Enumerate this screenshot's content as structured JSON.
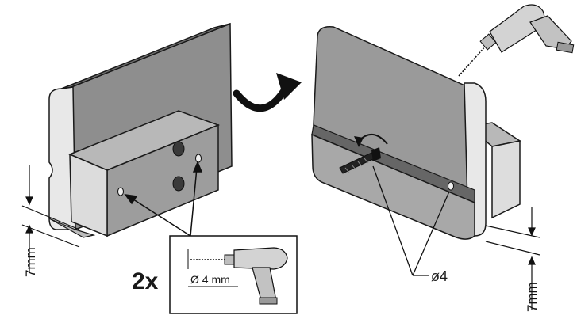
{
  "labels": {
    "left_offset": "7mm",
    "right_offset": "7mm",
    "hole_count": "2x",
    "drill_size": "Ø 4 mm",
    "screw_diameter": "ø4"
  },
  "colors": {
    "panel_top": "#8f8f8f",
    "panel_front": "#9c9c9c",
    "edge_light": "#e6e6e6",
    "block_front": "#d9d9d9",
    "block_side": "#bdbdbd",
    "outline": "#1a1a1a",
    "hole": "#3a3a3a"
  },
  "icons": [
    "rotate-arrow-icon",
    "drill-icon",
    "screw-icon",
    "turn-arrow-icon"
  ]
}
